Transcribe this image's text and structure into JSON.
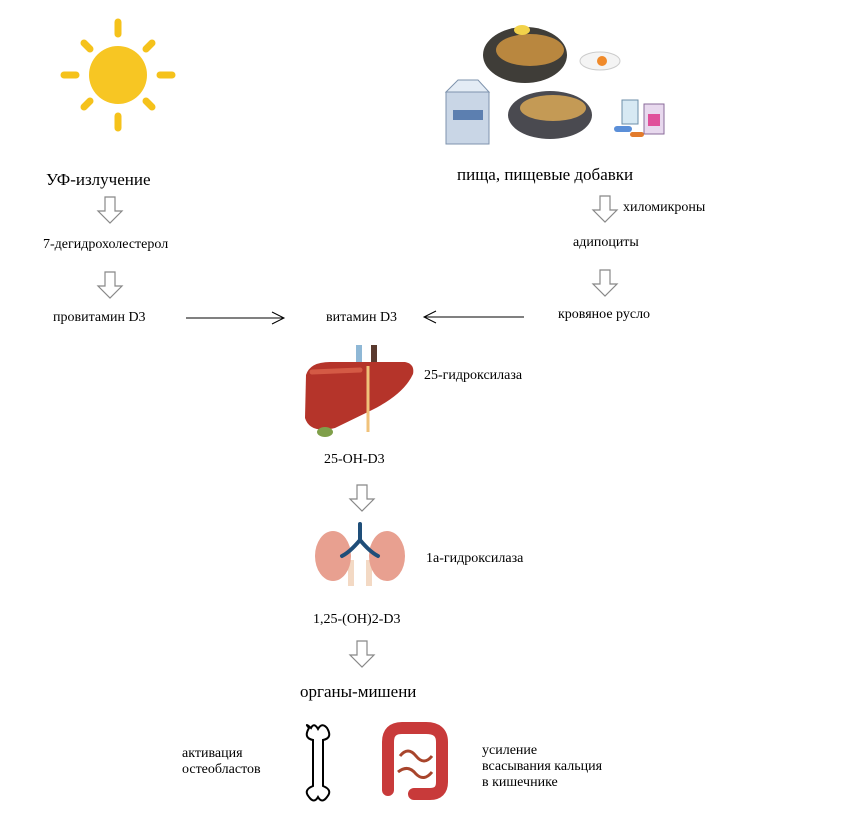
{
  "left_chain": {
    "source": "УФ-излучение",
    "step1": "7-дегидрохолестерол",
    "step2": "провитамин D3"
  },
  "right_chain": {
    "source": "пища, пищевые добавки",
    "chylomicrons": "хиломикроны",
    "adipocytes": "адипоциты",
    "bloodstream": "кровяное русло"
  },
  "center_chain": {
    "vitamin": "витамин D3",
    "enzyme_liver": "25-гидроксилаза",
    "metabolite1": "25-OH-D3",
    "enzyme_kidney": "1а-гидроксилаза",
    "metabolite2": "1,25-(OH)2-D3",
    "targets": "органы-мишени"
  },
  "effects": {
    "bone_lines": [
      "активация",
      "остеобластов"
    ],
    "intestine_lines": [
      "усиление",
      "всасывания кальция",
      "в кишечнике"
    ]
  },
  "icons": [
    "sun-icon",
    "food-supplements-icon",
    "liver-icon",
    "kidneys-icon",
    "bone-icon",
    "intestine-icon"
  ],
  "colors": {
    "sun": "#f5c21b",
    "liver": "#b5342a",
    "kidney": "#e8a090",
    "intestine": "#c83a3a",
    "arrow_outline": "#888888"
  }
}
